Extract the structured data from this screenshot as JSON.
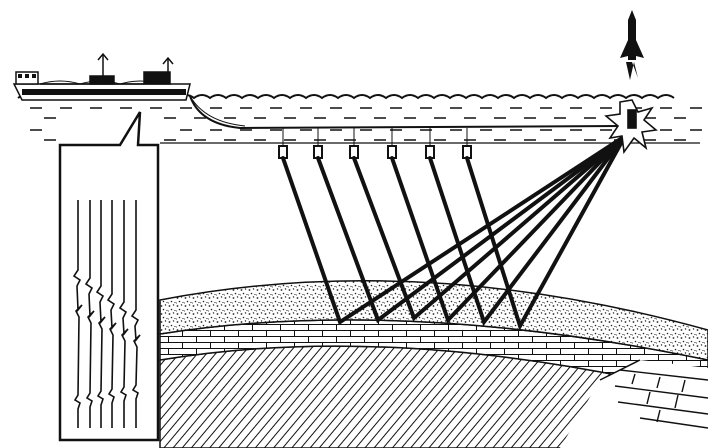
{
  "colors": {
    "ink": "#111111",
    "paper": "#ffffff",
    "stipple": "#222222"
  },
  "components": {
    "ship": "survey-ship",
    "streamer": "hydrophone-streamer",
    "hydrophones": [
      "hydrophone",
      "hydrophone",
      "hydrophone",
      "hydrophone",
      "hydrophone",
      "hydrophone"
    ],
    "source": "seismic-source",
    "layers": [
      "sandstone-layer",
      "limestone-layer",
      "shale-layer"
    ],
    "seismogram": "seismogram-record"
  },
  "hydrophone_count": 6,
  "seismogram_trace_count": 6
}
